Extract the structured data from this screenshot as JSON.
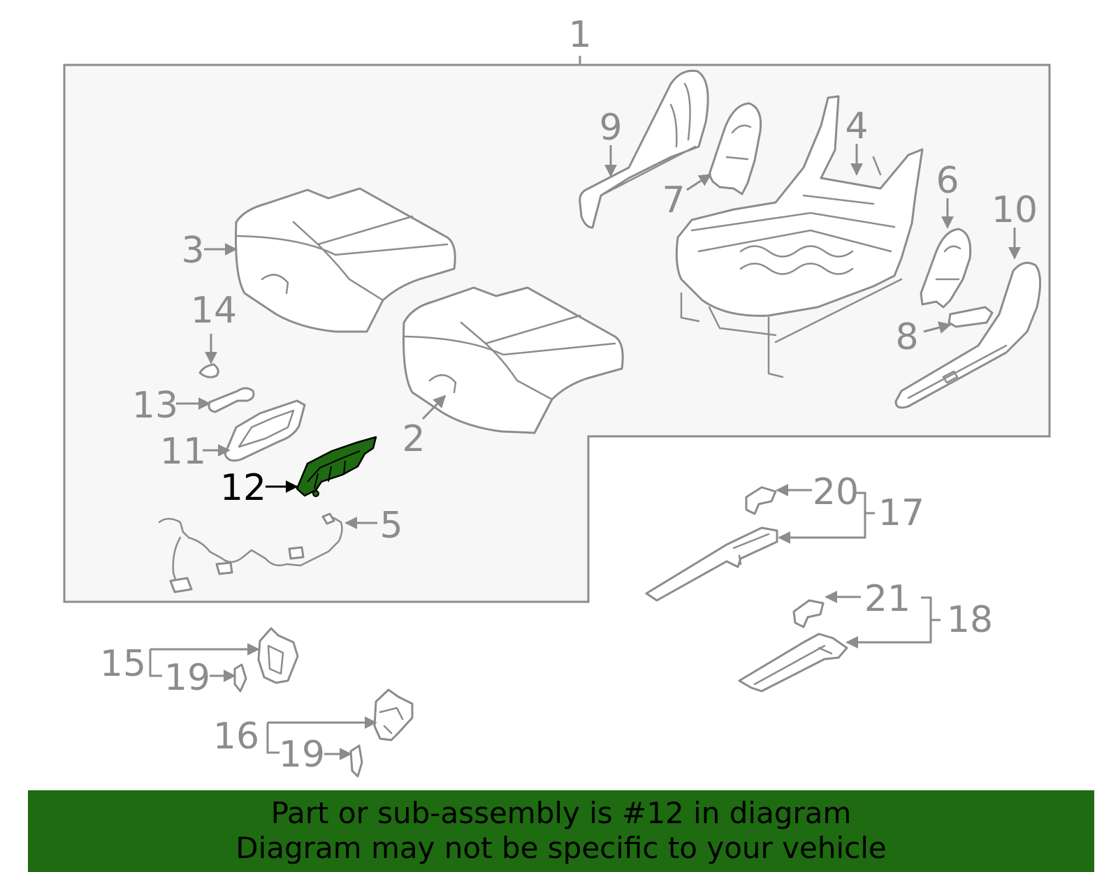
{
  "diagram": {
    "highlight_color": "#1e6b11",
    "line_color": "#8c8c8c",
    "highlighted_part": "12",
    "callouts": {
      "c1": "1",
      "c2": "2",
      "c3": "3",
      "c4": "4",
      "c5": "5",
      "c6": "6",
      "c7": "7",
      "c8": "8",
      "c9": "9",
      "c10": "10",
      "c11": "11",
      "c12": "12",
      "c13": "13",
      "c14": "14",
      "c15": "15",
      "c16": "16",
      "c17": "17",
      "c18": "18",
      "c19a": "19",
      "c19b": "19",
      "c20": "20",
      "c21": "21"
    }
  },
  "footer": {
    "line1": "Part or sub-assembly is #12 in diagram",
    "line2": "Diagram may not be specific to your vehicle"
  }
}
